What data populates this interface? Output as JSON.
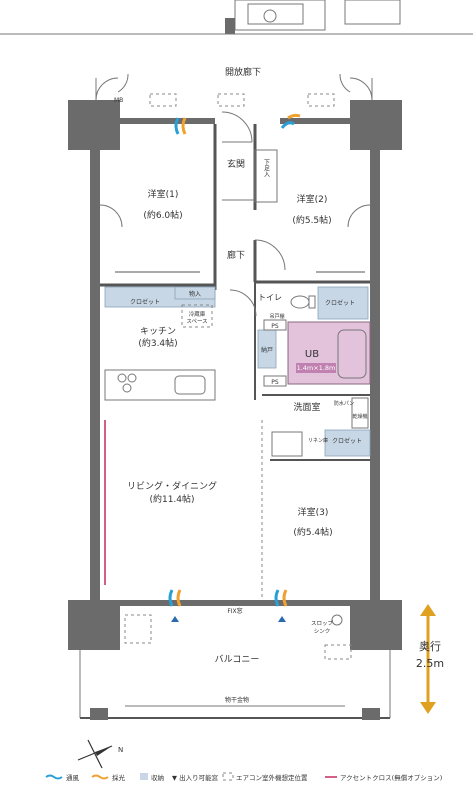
{
  "rooms": {
    "corridor": "開放廊下",
    "mb": "MB",
    "entrance": "玄関",
    "shoe_box": "下足入",
    "hall": "廊下",
    "western1_name": "洋室(1)",
    "western1_size": "(約6.0帖)",
    "western2_name": "洋室(2)",
    "western2_size": "(約5.5帖)",
    "toilet": "トイレ",
    "hanger": "吊戸棚",
    "closet_a": "クロゼット",
    "closet_b": "クロゼット",
    "closet_c": "クロゼット",
    "storage": "物入",
    "fridge": "冷蔵庫",
    "fridge_space": "スペース",
    "kitchen_name": "キッチン",
    "kitchen_size": "(約3.4帖)",
    "ps1": "PS",
    "ps2": "PS",
    "nando": "納戸",
    "ub": "UB",
    "ub_size": "1.4m×1.8m",
    "washroom": "洗面室",
    "washer_pan": "防水パン",
    "dryer": "乾燥機",
    "linen": "リネン庫",
    "living_name": "リビング・ダイニング",
    "living_size": "(約11.4帖)",
    "western3_name": "洋室(3)",
    "western3_size": "(約5.4帖)",
    "fix_window": "FIX窓",
    "slop_sink1": "スロップ",
    "slop_sink2": "シンク",
    "balcony": "バルコニー",
    "laundry_rod": "物干金物",
    "depth_label": "奥行",
    "depth_value": "2.5m"
  },
  "legend": {
    "ventilation": "通風",
    "daylight": "採光",
    "storage": "収納",
    "access": "▼ 出入り可能窓",
    "ac_outdoor": "エアコン室外機想定位置",
    "accent": "アクセントクロス(無償オプション)"
  },
  "colors": {
    "wall": "#6b6b6b",
    "closet": "#c7d7e6",
    "bath": "#e3c3dc",
    "ventilation": "#2a9fd6",
    "daylight": "#f0a030",
    "accent": "#d4608a",
    "depth_arrow": "#e0a020"
  }
}
